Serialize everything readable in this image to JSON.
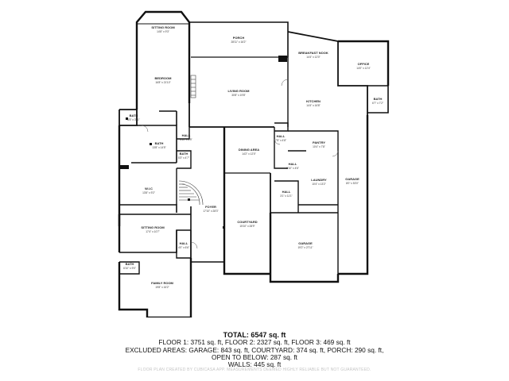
{
  "rooms": [
    {
      "name": "SITTING ROOM",
      "dims": "14'8\" x 9'3\""
    },
    {
      "name": "PORCH",
      "dims": "28'11\" x 16'2\""
    },
    {
      "name": "BREAKFAST NOOK",
      "dims": "14'4\" x 12'0\""
    },
    {
      "name": "OFFICE",
      "dims": "14'0\" x 12'4\""
    },
    {
      "name": "BEDROOM",
      "dims": "16'8\" x 21'10\""
    },
    {
      "name": "LIVING ROOM",
      "dims": "30'8\" x 19'8\""
    },
    {
      "name": "KITCHEN",
      "dims": "14'4\" x 16'8\""
    },
    {
      "name": "BATH",
      "dims": "6'7\" x 7'2\""
    },
    {
      "name": "BATH",
      "dims": "6'5\" x 3'11\""
    },
    {
      "name": "HALL",
      "dims": "4'11\" x 4'9\""
    },
    {
      "name": "HALL",
      "dims": "7'5\" x 4'8\""
    },
    {
      "name": "BATH",
      "dims": "13'8\" x 14'5\""
    },
    {
      "name": "DINING AREA",
      "dims": "14'2\" x 12'0\""
    },
    {
      "name": "PANTRY",
      "dims": "10'4\" x 7'8\""
    },
    {
      "name": "BATH",
      "dims": "5'3\" x 4'7\""
    },
    {
      "name": "HALL",
      "dims": "3'10\" x 4'6\""
    },
    {
      "name": "W.I.C",
      "dims": "13'8\" x 9'2\""
    },
    {
      "name": "LAUNDRY",
      "dims": "10'4\" x 13'2\""
    },
    {
      "name": "GARAGE",
      "dims": "8'0\" x 53'0\""
    },
    {
      "name": "HALL",
      "dims": "3'1\" x 11'1\""
    },
    {
      "name": "FOYER",
      "dims": "17'10\" x 28'3\""
    },
    {
      "name": "COURTYARD",
      "dims": "15'10\" x 28'9\""
    },
    {
      "name": "SITTING ROOM",
      "dims": "17'4\" x 10'7\""
    },
    {
      "name": "HALL",
      "dims": "4'0\" x 6'6\""
    },
    {
      "name": "GARAGE",
      "dims": "19'2\" x 27'11\""
    },
    {
      "name": "BATH",
      "dims": "6'10\" x 9'0\""
    },
    {
      "name": "FAMILY ROOM",
      "dims": "19'8\" x 16'2\""
    }
  ],
  "summary": {
    "total": "TOTAL: 6547 sq. ft",
    "line1": "FLOOR 1: 3751 sq. ft, FLOOR 2: 2327 sq. ft, FLOOR 3: 469 sq. ft",
    "line2": "EXCLUDED AREAS: GARAGE: 843 sq. ft, COURTYARD: 374 sq. ft, PORCH: 290 sq. ft,",
    "line3": "OPEN TO BELOW: 287 sq. ft",
    "line4": "WALLS: 445 sq. ft"
  },
  "credit": "FLOOR PLAN CREATED BY CUBICASA APP. MEASUREMENTS DEEMED HIGHLY RELIABLE BUT NOT GUARANTEED."
}
